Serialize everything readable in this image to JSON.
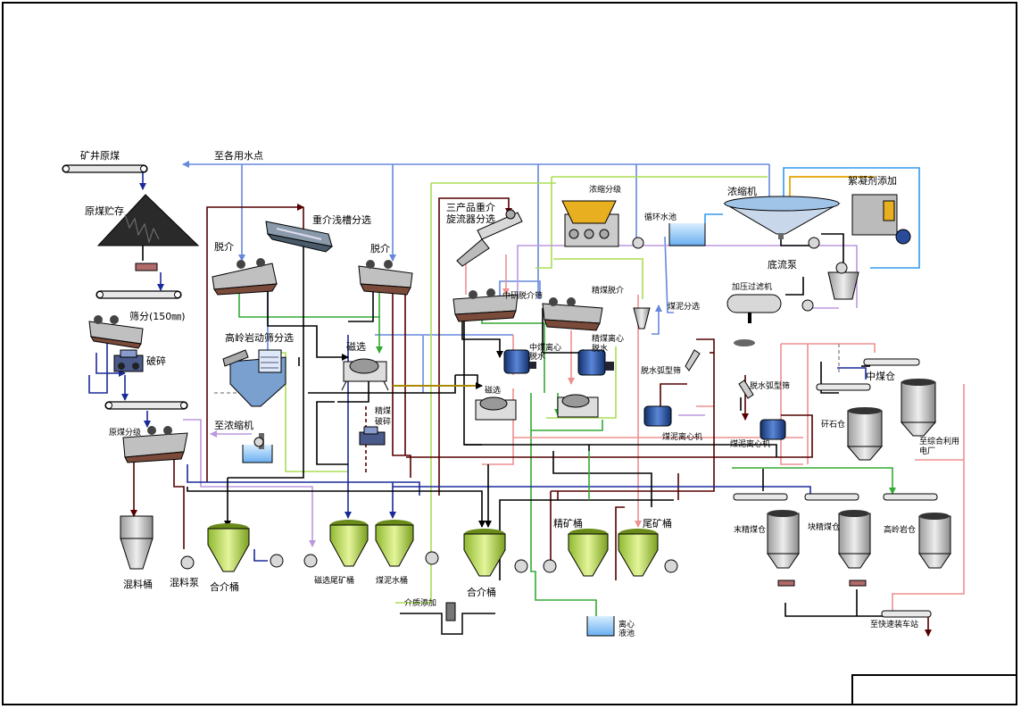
{
  "labels": {
    "mine_raw_coal": "矿井原煤",
    "raw_coal_storage": "原煤贮存",
    "screening_150": "筛分(150㎜)",
    "crushing": "破碎",
    "raw_coal_classification": "原煤分级",
    "to_water_points": "至各用水点",
    "dense_medium_trough": "重介浅槽分选",
    "demedium_left": "脱介",
    "demedium_right": "脱介",
    "gaoling_jig": "高岭岩动筛分选",
    "magnetic_sep_1": "磁选",
    "fine_coal_crushing": "精煤\n破碎",
    "to_thickener": "至浓缩机",
    "three_product_cyclone": "三产品重介\n旋流器分选",
    "middlings_demedium": "中研脱介筛",
    "clean_coal_demedium": "精煤脱介",
    "middlings_centrifuge": "中煤离心\n脱水",
    "clean_coal_centrifuge": "精煤离心\n脱水",
    "magnetic_sep_2": "磁选",
    "thickening_classification": "浓缩分级",
    "circulating_pool": "循环水池",
    "thickener": "浓缩机",
    "flocculant_dosing": "絮凝剂添加",
    "underflow_pump": "底流泵",
    "pressure_filter": "加压过滤机",
    "slime_classification": "煤泥分选",
    "dewatering_sieve_1": "脱水弧型筛",
    "dewatering_sieve_2": "脱水弧型筛",
    "slime_centrifuge_1": "煤泥离心机",
    "slime_centrifuge_2": "煤泥离心机",
    "middlings_bin": "中煤仓",
    "gangue_bin": "矸石仓",
    "to_power_plant": "至综合利用\n电厂",
    "fine_clean_bin": "末精煤仓",
    "lump_clean_bin": "块精煤仓",
    "gaoling_bin": "高岭岩仓",
    "to_loading_station": "至快速装车站",
    "mix_tank": "混料桶",
    "mix_pump": "混料泵",
    "combined_medium_tank_1": "合介桶",
    "mag_tailings_tank": "磁选尾矿桶",
    "slime_water_tank": "煤泥水桶",
    "combined_medium_tank_2": "合介桶",
    "medium_addition": "介质添加",
    "concentrate_tank": "精矿桶",
    "tailings_tank": "尾矿桶",
    "centrifugate_pool": "离心\n液池"
  },
  "colors": {
    "water": "#6688dd",
    "clean_coal": "#000000",
    "medium": "#550000",
    "dilute_medium": "#ee9090",
    "slime": "#33aa33",
    "light_slime": "#aadd55",
    "tailings": "#bb99dd",
    "magnetic": "#aa8800",
    "navy": "#1a2a99",
    "cyan": "#3399ee",
    "equipment_green": "#b8d858",
    "equipment_gray": "#c8c8c8",
    "equipment_blue": "#2a4a9a"
  }
}
